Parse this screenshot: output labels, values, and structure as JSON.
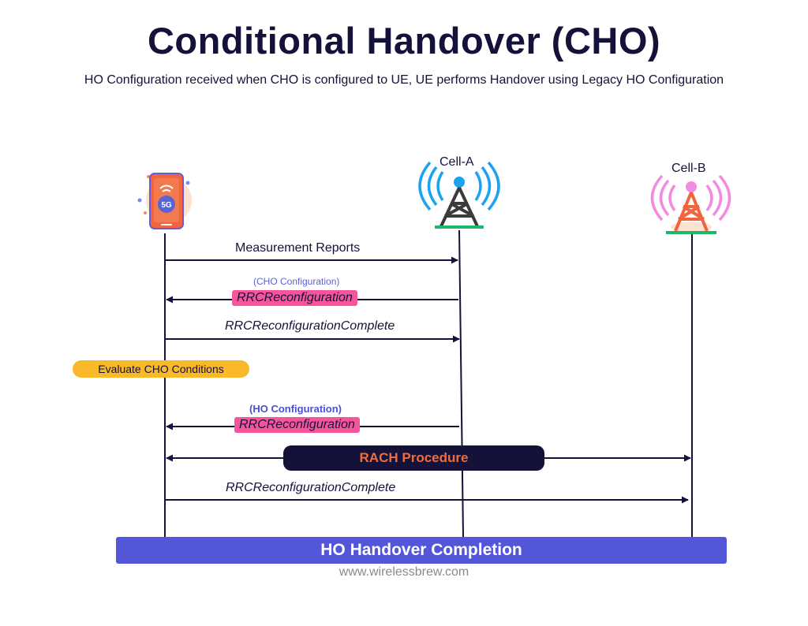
{
  "title": "Conditional Handover (CHO)",
  "subtitle": "HO Configuration received when CHO is configured to UE, UE performs Handover using Legacy HO Configuration",
  "nodes": {
    "ue": {
      "icon": "smartphone-5g-icon",
      "badge": "5G"
    },
    "cell_a": {
      "label": "Cell-A",
      "icon": "cell-tower-icon",
      "color": "#1ba3f0"
    },
    "cell_b": {
      "label": "Cell-B",
      "icon": "cell-tower-icon",
      "color": "#f28adf"
    }
  },
  "messages": {
    "m1": "Measurement Reports",
    "m2_note": "(CHO Configuration)",
    "m2": "RRCReconfiguration",
    "m3": "RRCReconfigurationComplete",
    "evaluate": "Evaluate CHO Conditions",
    "m4_note": "(HO Configuration)",
    "m4": "RRCReconfiguration",
    "rach": "RACH Procedure",
    "m5": "RRCReconfigurationComplete"
  },
  "completion": "HO Handover Completion",
  "footer": "www.wirelessbrew.com",
  "colors": {
    "navy": "#15123a",
    "pink": "#f4559b",
    "yellow": "#f9b928",
    "orange": "#f26b3a",
    "purple": "#5456d9",
    "tower_a": "#1ba3f0",
    "tower_b": "#f28adf"
  }
}
